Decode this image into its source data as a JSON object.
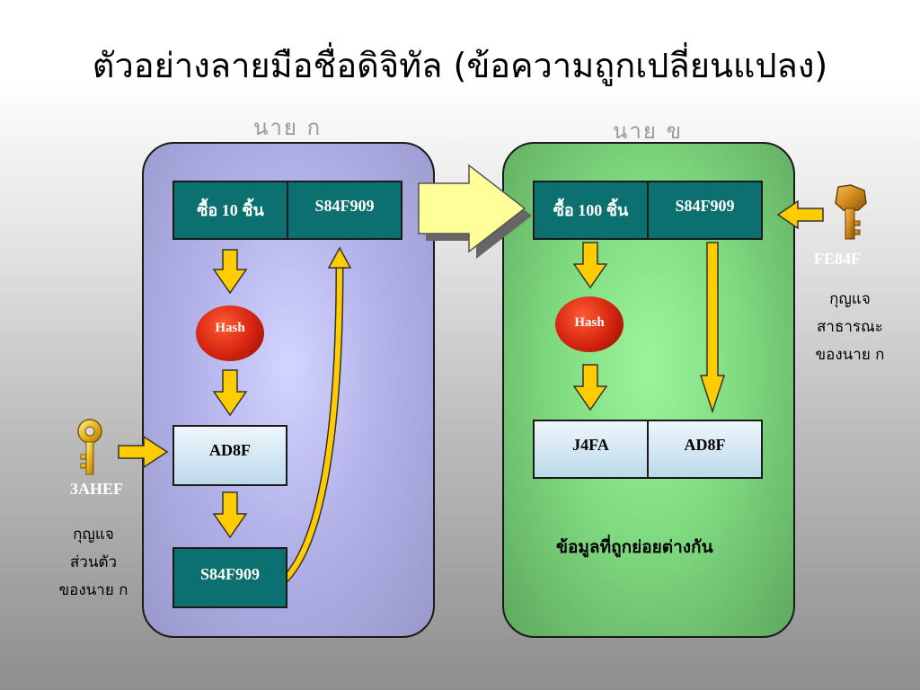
{
  "title": "ตัวอย่างลายมือชื่อดิจิทัล (ข้อความถูกเปลี่ยนแปลง)",
  "sender": {
    "label": "นาย ก",
    "message": "ซื้อ 10 ชิ้น",
    "signature": "S84F909",
    "hash_label": "Hash",
    "digest": "AD8F",
    "encrypted": "S84F909",
    "private_key": {
      "value": "3AHEF",
      "caption_lines": [
        "กุญแจ",
        "ส่วนตัว",
        "ของนาย ก"
      ],
      "icon": "key-icon",
      "color": "#e8b420"
    }
  },
  "receiver": {
    "label": "นาย ข",
    "message": "ซื้อ 100 ชิ้น",
    "signature": "S84F909",
    "hash_label": "Hash",
    "computed_digest": "J4FA",
    "decrypted_digest": "AD8F",
    "result_note": "ข้อมูลที่ถูกย่อยต่างกัน",
    "public_key": {
      "value": "FE84F",
      "caption_lines": [
        "กุญแจ",
        "สาธารณะ",
        "ของนาย ก"
      ],
      "icon": "key-icon",
      "color": "#d08a1c"
    }
  },
  "colors": {
    "sender_panel": "#b3b3ea",
    "receiver_panel": "#80db80",
    "teal_box": "#0c7070",
    "arrow_fill": "#ffcc00",
    "transfer_arrow": "#ffff99",
    "hash_circle": "#d42410"
  }
}
